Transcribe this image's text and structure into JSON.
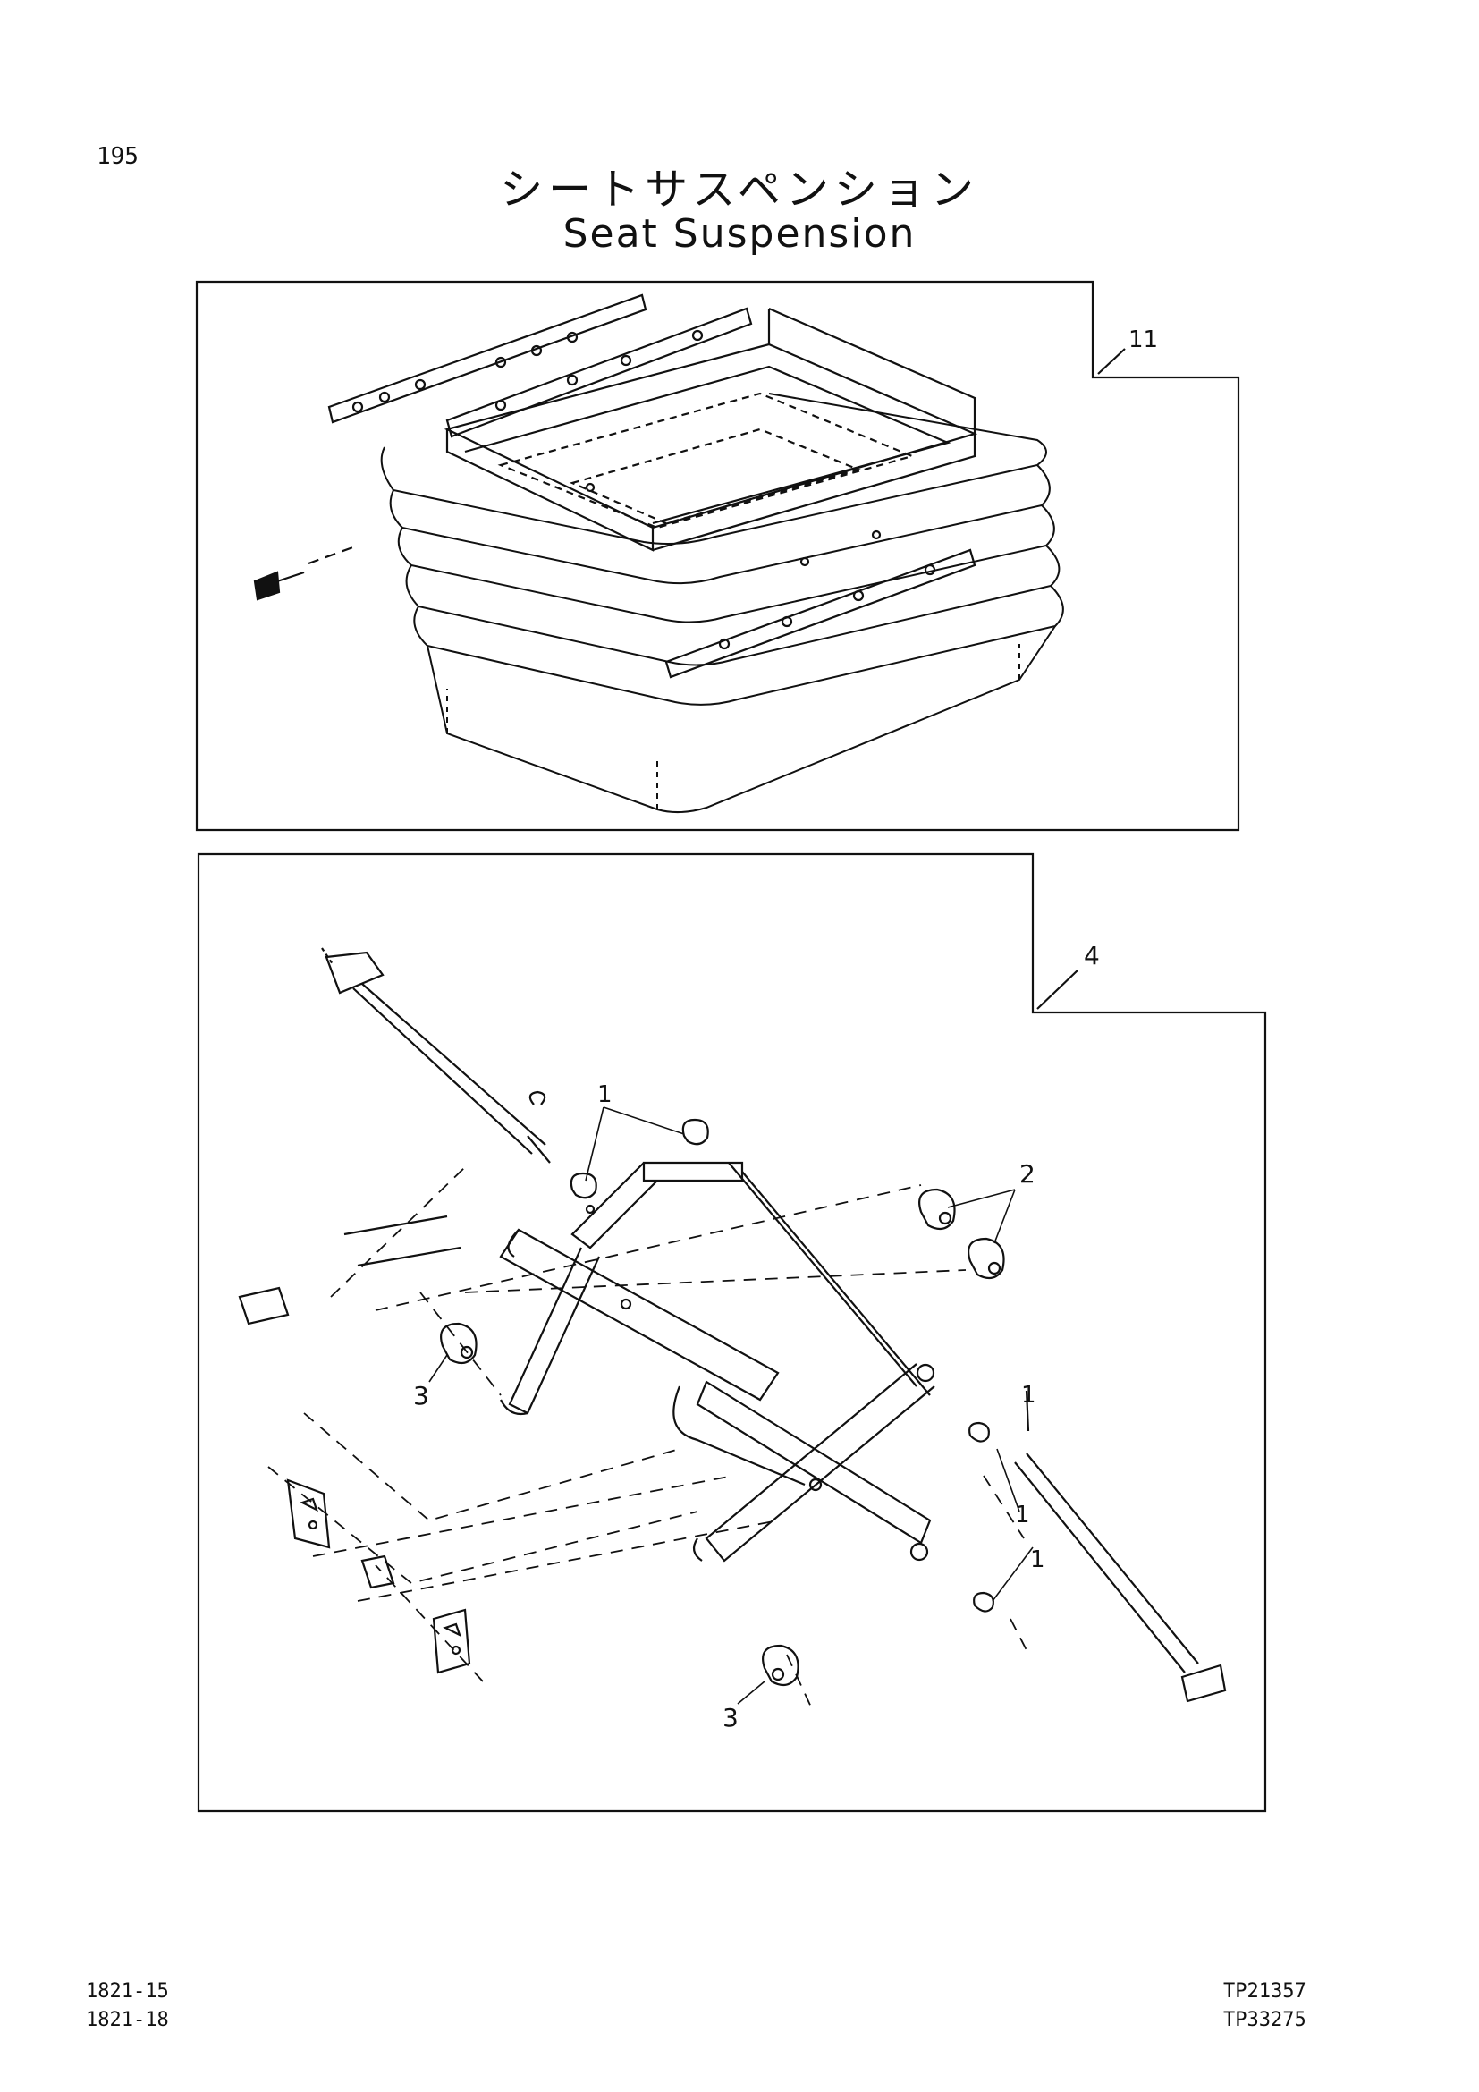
{
  "page_number": "195",
  "title_ja": "シートサスペンション",
  "title_en": "Seat Suspension",
  "callouts": {
    "top_panel": "11",
    "bottom_panel": "4",
    "part_1a": "1",
    "part_1b": "1",
    "part_1c": "1",
    "part_1d": "1",
    "part_2": "2",
    "part_3a": "3",
    "part_3b": "3"
  },
  "footer": {
    "left_codes": [
      "1821-15",
      "1821-18"
    ],
    "right_codes": [
      "TP21357",
      "TP33275"
    ]
  }
}
